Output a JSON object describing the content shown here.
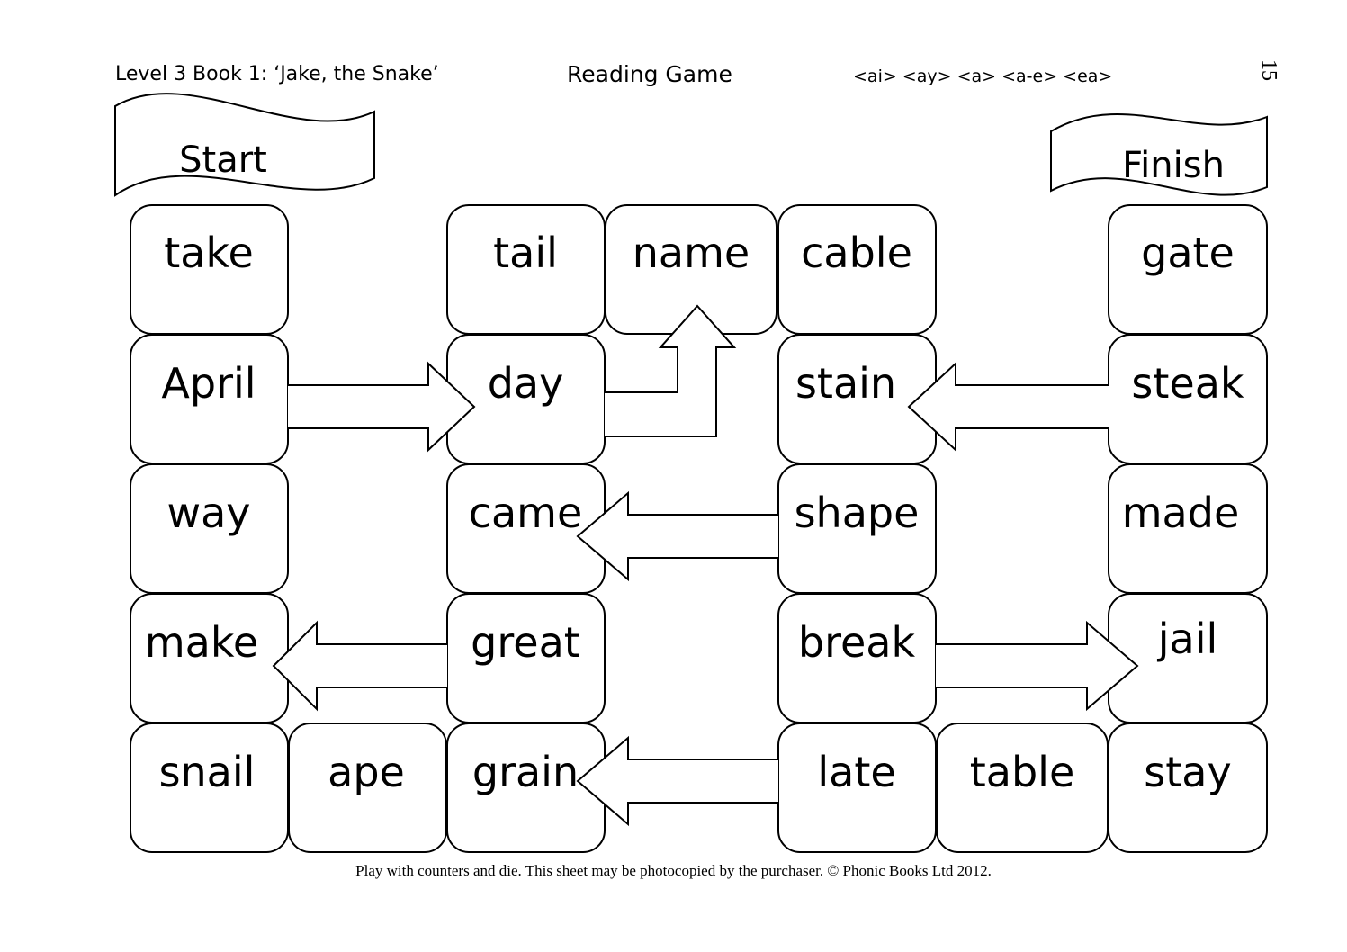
{
  "header": {
    "left": "Level 3 Book 1:  ‘Jake, the Snake’",
    "center": "Reading Game",
    "right": "<ai> <ay> <a> <a-e> <ea>",
    "page_number": "15"
  },
  "banners": {
    "start": "Start",
    "finish": "Finish"
  },
  "tiles": {
    "take": "take",
    "april": "April",
    "way": "way",
    "make": "make",
    "snail": "snail",
    "ape": "ape",
    "tail": "tail",
    "day": "day",
    "came": "came",
    "great": "great",
    "grain": "grain",
    "name": "name",
    "cable": "cable",
    "stain": "stain",
    "shape": "shape",
    "break": "break",
    "late": "late",
    "table": "table",
    "gate": "gate",
    "steak": "steak",
    "made": "made",
    "jail": "jail",
    "stay": "stay"
  },
  "footer": "Play with counters and die.  This sheet may be photocopied by the purchaser. © Phonic Books Ltd 2012."
}
